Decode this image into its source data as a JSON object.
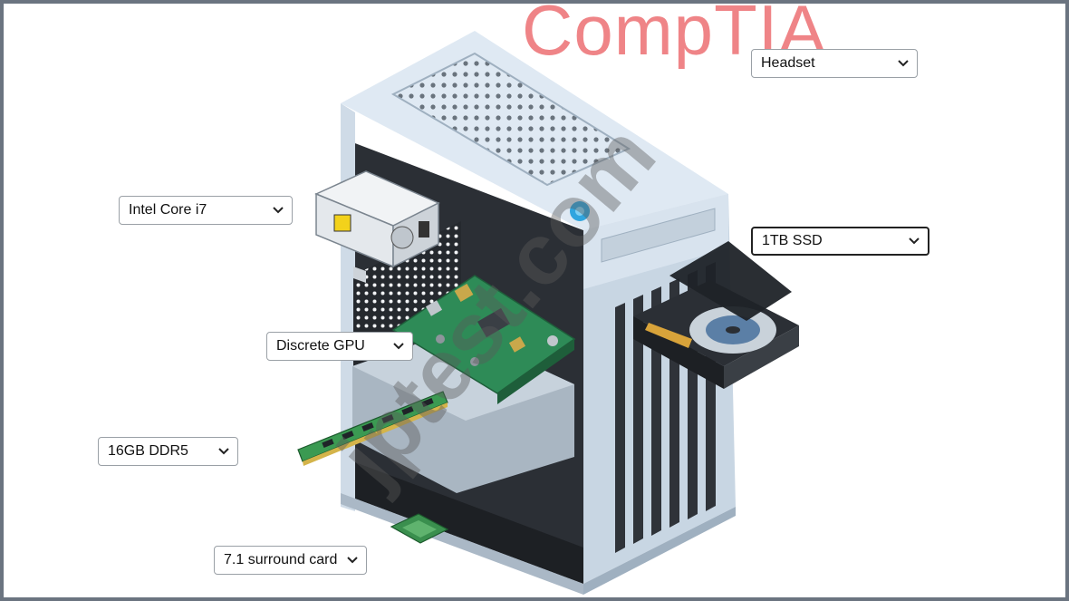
{
  "branding": {
    "logo_text": "CompTIA",
    "registered_mark": "®",
    "watermark_text": "jptest.com"
  },
  "dropdowns": {
    "headset": {
      "value": "Headset"
    },
    "cpu": {
      "value": "Intel Core i7"
    },
    "storage": {
      "value": "1TB SSD"
    },
    "gpu": {
      "value": "Discrete GPU"
    },
    "memory": {
      "value": "16GB DDR5"
    },
    "audio": {
      "value": "7.1 surround card"
    }
  },
  "colors": {
    "brand": "#ee7a7d",
    "case_light": "#dfe9f3",
    "case_side": "#b9c8d6",
    "case_dark": "#2f3339",
    "board_green": "#2e8b57",
    "accent_blue": "#2fa5df"
  }
}
